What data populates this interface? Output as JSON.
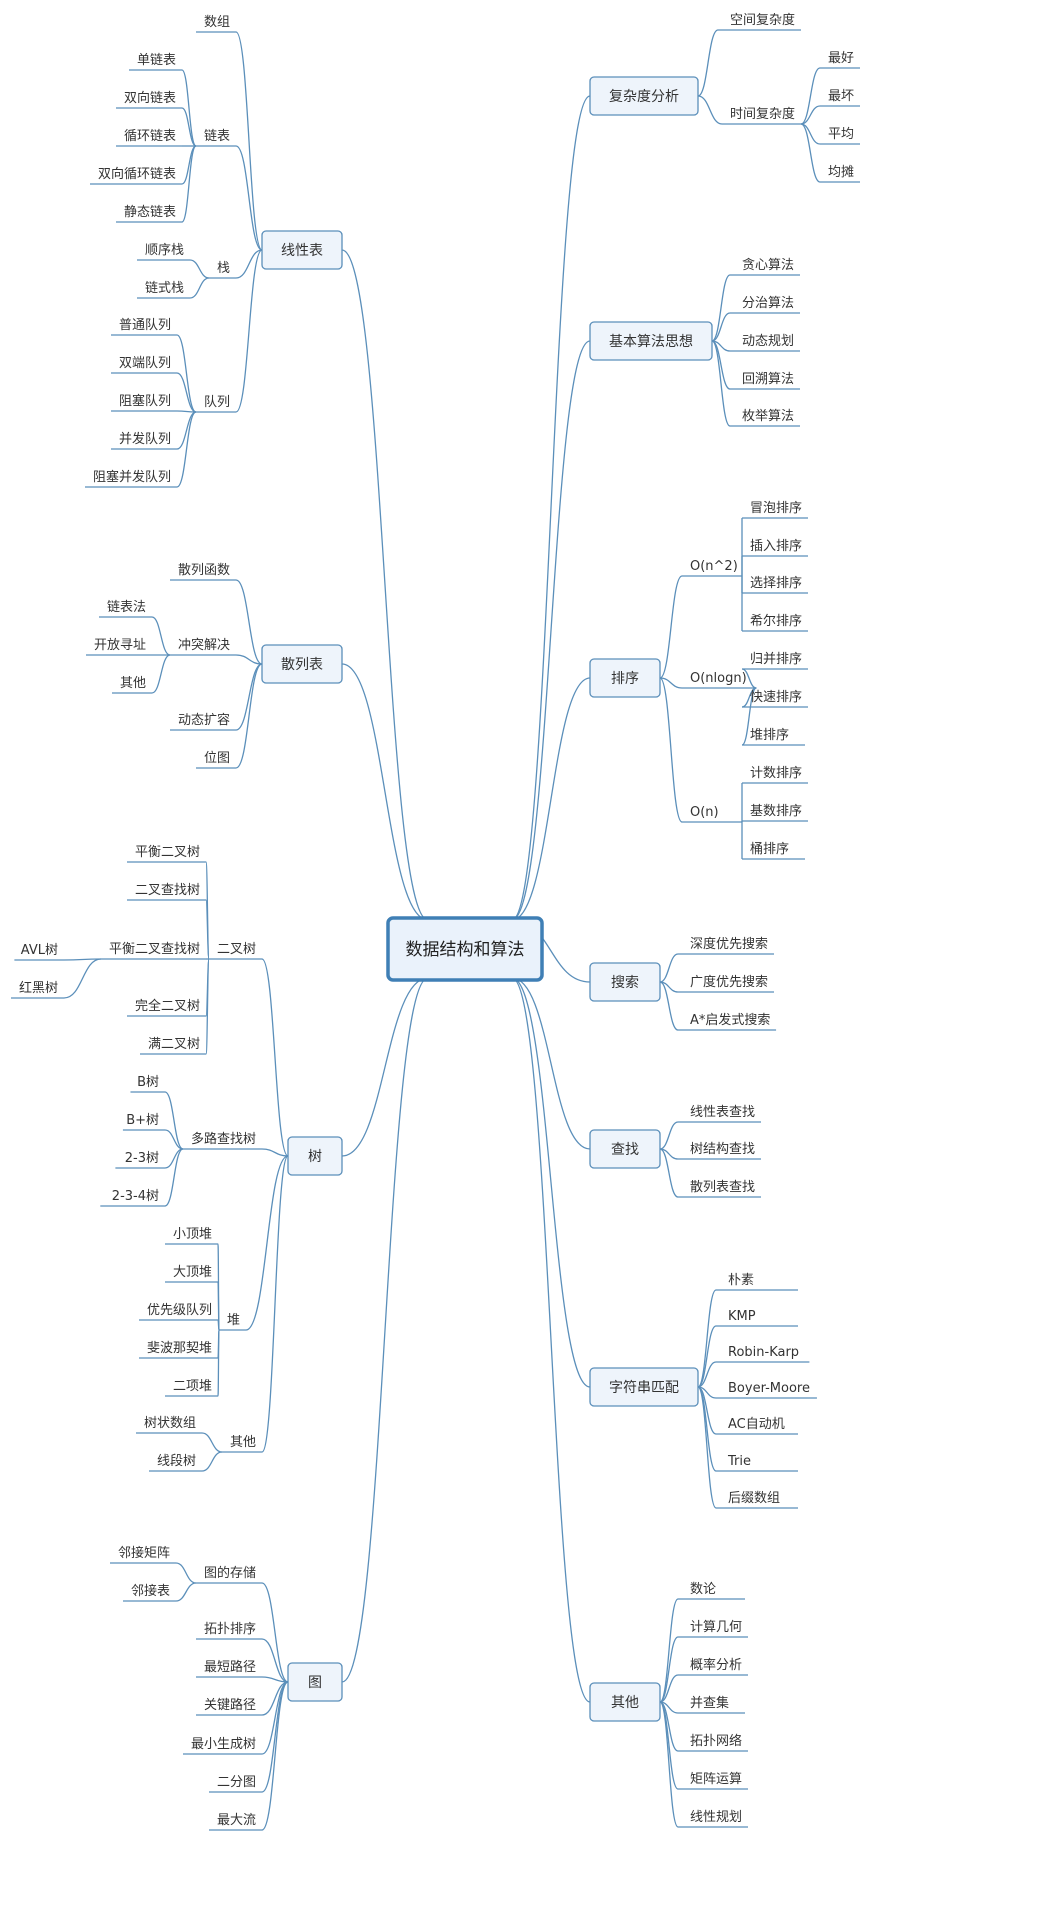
{
  "root": "数据结构和算法",
  "branches": [
    {
      "label": "复杂度分析",
      "children": [
        {
          "label": "空间复杂度"
        },
        {
          "label": "时间复杂度",
          "children": [
            {
              "label": "最好"
            },
            {
              "label": "最坏"
            },
            {
              "label": "平均"
            },
            {
              "label": "均摊"
            }
          ]
        }
      ]
    },
    {
      "label": "基本算法思想",
      "children": [
        {
          "label": "贪心算法"
        },
        {
          "label": "分治算法"
        },
        {
          "label": "动态规划"
        },
        {
          "label": "回溯算法"
        },
        {
          "label": "枚举算法"
        }
      ]
    },
    {
      "label": "排序",
      "children": [
        {
          "label": "O(n^2)",
          "children": [
            {
              "label": "冒泡排序"
            },
            {
              "label": "插入排序"
            },
            {
              "label": "选择排序"
            },
            {
              "label": "希尔排序"
            }
          ]
        },
        {
          "label": "O(nlogn)",
          "children": [
            {
              "label": "归并排序"
            },
            {
              "label": "快速排序"
            },
            {
              "label": "堆排序"
            }
          ]
        },
        {
          "label": "O(n)",
          "children": [
            {
              "label": "计数排序"
            },
            {
              "label": "基数排序"
            },
            {
              "label": "桶排序"
            }
          ]
        }
      ]
    },
    {
      "label": "搜索",
      "children": [
        {
          "label": "深度优先搜索"
        },
        {
          "label": "广度优先搜索"
        },
        {
          "label": "A*启发式搜索"
        }
      ]
    },
    {
      "label": "查找",
      "children": [
        {
          "label": "线性表查找"
        },
        {
          "label": "树结构查找"
        },
        {
          "label": "散列表查找"
        }
      ]
    },
    {
      "label": "字符串匹配",
      "children": [
        {
          "label": "朴素"
        },
        {
          "label": "KMP"
        },
        {
          "label": "Robin-Karp"
        },
        {
          "label": "Boyer-Moore"
        },
        {
          "label": "AC自动机"
        },
        {
          "label": "Trie"
        },
        {
          "label": "后缀数组"
        }
      ]
    },
    {
      "label": "其他",
      "children": [
        {
          "label": "数论"
        },
        {
          "label": "计算几何"
        },
        {
          "label": "概率分析"
        },
        {
          "label": "并查集"
        },
        {
          "label": "拓扑网络"
        },
        {
          "label": "矩阵运算"
        },
        {
          "label": "线性规划"
        }
      ]
    },
    {
      "label": "线性表",
      "children": [
        {
          "label": "数组"
        },
        {
          "label": "链表",
          "children": [
            {
              "label": "单链表"
            },
            {
              "label": "双向链表"
            },
            {
              "label": "循环链表"
            },
            {
              "label": "双向循环链表"
            },
            {
              "label": "静态链表"
            }
          ]
        },
        {
          "label": "栈",
          "children": [
            {
              "label": "顺序栈"
            },
            {
              "label": "链式栈"
            }
          ]
        },
        {
          "label": "队列",
          "children": [
            {
              "label": "普通队列"
            },
            {
              "label": "双端队列"
            },
            {
              "label": "阻塞队列"
            },
            {
              "label": "并发队列"
            },
            {
              "label": "阻塞并发队列"
            }
          ]
        }
      ]
    },
    {
      "label": "散列表",
      "children": [
        {
          "label": "散列函数"
        },
        {
          "label": "冲突解决",
          "children": [
            {
              "label": "链表法"
            },
            {
              "label": "开放寻址"
            },
            {
              "label": "其他"
            }
          ]
        },
        {
          "label": "动态扩容"
        },
        {
          "label": "位图"
        }
      ]
    },
    {
      "label": "树",
      "children": [
        {
          "label": "二叉树",
          "children": [
            {
              "label": "平衡二叉树"
            },
            {
              "label": "二叉查找树"
            },
            {
              "label": "平衡二叉查找树",
              "children": [
                {
                  "label": "AVL树"
                },
                {
                  "label": "红黑树"
                }
              ]
            },
            {
              "label": "完全二叉树"
            },
            {
              "label": "满二叉树"
            }
          ]
        },
        {
          "label": "多路查找树",
          "children": [
            {
              "label": "B树"
            },
            {
              "label": "B+树"
            },
            {
              "label": "2-3树"
            },
            {
              "label": "2-3-4树"
            }
          ]
        },
        {
          "label": "堆",
          "children": [
            {
              "label": "小顶堆"
            },
            {
              "label": "大顶堆"
            },
            {
              "label": "优先级队列"
            },
            {
              "label": "斐波那契堆"
            },
            {
              "label": "二项堆"
            }
          ]
        },
        {
          "label": "其他",
          "children": [
            {
              "label": "树状数组"
            },
            {
              "label": "线段树"
            }
          ]
        }
      ]
    },
    {
      "label": "图",
      "children": [
        {
          "label": "图的存储",
          "children": [
            {
              "label": "邻接矩阵"
            },
            {
              "label": "邻接表"
            }
          ]
        },
        {
          "label": "拓扑排序"
        },
        {
          "label": "最短路径"
        },
        {
          "label": "关键路径"
        },
        {
          "label": "最小生成树"
        },
        {
          "label": "二分图"
        },
        {
          "label": "最大流"
        }
      ]
    }
  ]
}
